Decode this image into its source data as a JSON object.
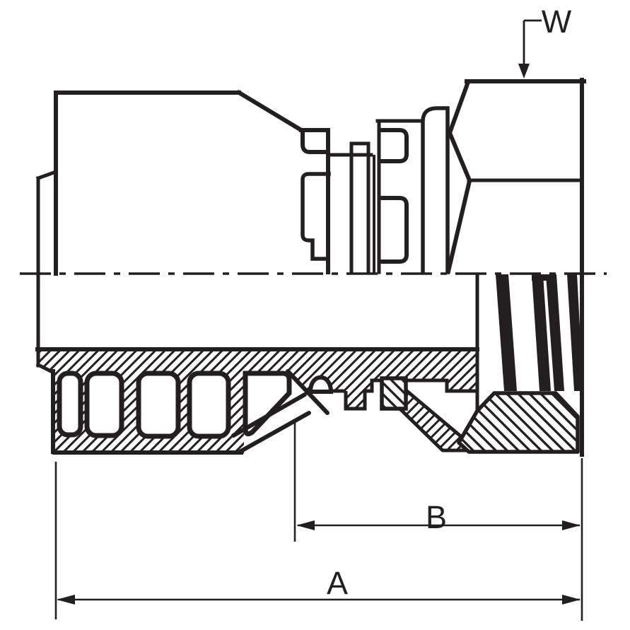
{
  "drawing": {
    "title": "Hydraulic hose fitting - female swivel end, half-section technical drawing",
    "colors": {
      "ink": "#231f20",
      "background": "#ffffff"
    },
    "dimensions": {
      "w": {
        "label": "W",
        "meaning": "thread / hex callout with leader arrow pointing at nut"
      },
      "b": {
        "label": "B",
        "meaning": "horizontal dimension from shell shoulder to fitting end face"
      },
      "a": {
        "label": "A",
        "meaning": "overall horizontal dimension of fitting"
      }
    },
    "features": {
      "centerline": "dashed horizontal center axis",
      "left_part": "crimp shell / ferrule with oval crimp windows (hatched section below axis)",
      "right_part": "hex swivel nut with internal thread (section below axis)"
    }
  }
}
